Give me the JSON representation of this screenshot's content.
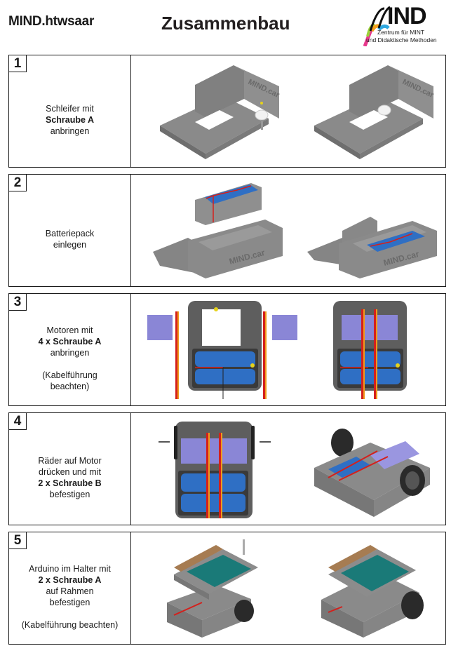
{
  "header": {
    "brand": "MIND.htwsaar",
    "title": "Zusammenbau",
    "logo": {
      "mark": "IND",
      "line1": "Zentrum für MINT",
      "line2": "und Didaktische Methoden"
    }
  },
  "colors": {
    "frame_gray": "#7d7d7d",
    "battery_blue": "#2f6fc4",
    "servo_purple": "#8a86d6",
    "wire_red": "#d4201c",
    "wire_orange": "#f09a1c",
    "pcb_teal": "#1a7a78",
    "border": "#1a1a1a"
  },
  "steps": [
    {
      "number": "1",
      "lines": [
        {
          "text": "Schleifer mit",
          "bold": false
        },
        {
          "text": "Schraube A",
          "bold": true
        },
        {
          "text": "anbringen",
          "bold": false
        }
      ],
      "images": [
        "chassis-with-slider-exploded",
        "chassis-with-slider-assembled"
      ]
    },
    {
      "number": "2",
      "lines": [
        {
          "text": "Batteriepack",
          "bold": false
        },
        {
          "text": "einlegen",
          "bold": false
        }
      ],
      "images": [
        "battery-pack-exploded",
        "battery-pack-inserted"
      ]
    },
    {
      "number": "3",
      "lines": [
        {
          "text": "Motoren mit",
          "bold": false
        },
        {
          "text": "4 x Schraube A",
          "bold": true
        },
        {
          "text": "anbringen",
          "bold": false
        },
        {
          "text": "",
          "bold": false
        },
        {
          "text": "(Kabelführung",
          "bold": false
        },
        {
          "text": "beachten)",
          "bold": false
        }
      ],
      "images": [
        "motors-exploded",
        "motors-mounted"
      ]
    },
    {
      "number": "4",
      "lines": [
        {
          "text": "Räder auf Motor",
          "bold": false
        },
        {
          "text": "drücken und mit",
          "bold": false
        },
        {
          "text": "2 x Schraube B",
          "bold": true
        },
        {
          "text": "befestigen",
          "bold": false
        }
      ],
      "images": [
        "wheels-exploded",
        "wheels-mounted"
      ]
    },
    {
      "number": "5",
      "lines": [
        {
          "text": "Arduino im Halter mit",
          "bold": false
        },
        {
          "text": "2 x Schraube A",
          "bold": true
        },
        {
          "text": "auf Rahmen",
          "bold": false
        },
        {
          "text": "befestigen",
          "bold": false
        },
        {
          "text": "",
          "bold": false
        },
        {
          "text": "(Kabelführung beachten)",
          "bold": false
        }
      ],
      "images": [
        "arduino-exploded",
        "arduino-mounted"
      ]
    }
  ]
}
